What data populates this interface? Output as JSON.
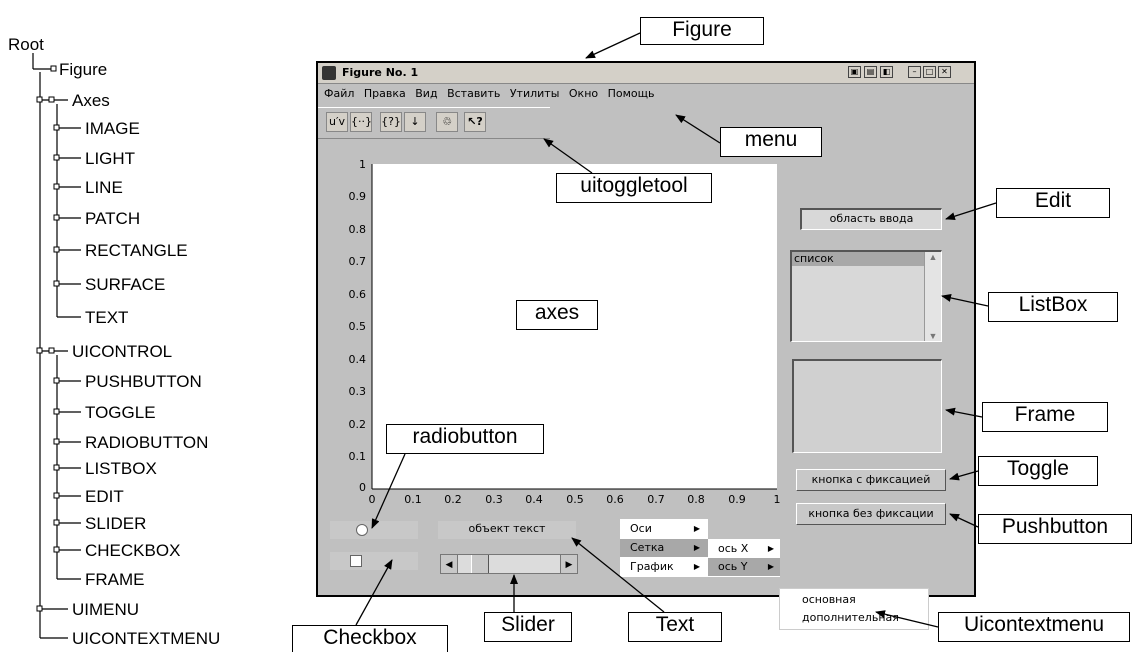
{
  "top_caption": "",
  "tree": {
    "root": "Root",
    "figure": "Figure",
    "axes": "Axes",
    "axes_children": [
      "IMAGE",
      "LIGHT",
      "LINE",
      "PATCH",
      "RECTANGLE",
      "SURFACE",
      "TEXT"
    ],
    "uicontrol": "UICONTROL",
    "uicontrol_children": [
      "PUSHBUTTON",
      "TOGGLE",
      "RADIOBUTTON",
      "LISTBOX",
      "EDIT",
      "SLIDER",
      "CHECKBOX",
      "FRAME"
    ],
    "uimenu": "UIMENU",
    "uicontextmenu": "UICONTEXTMENU"
  },
  "window": {
    "title": "Figure No. 1",
    "menu": [
      "Файл",
      "Правка",
      "Вид",
      "Вставить",
      "Утилиты",
      "Окно",
      "Помощь"
    ],
    "toolbar": [
      "u′v",
      "{··}",
      "{?}",
      "↓",
      "♲",
      "↖?"
    ]
  },
  "axes": {
    "yticks": [
      "1",
      "0.9",
      "0.8",
      "0.7",
      "0.6",
      "0.5",
      "0.4",
      "0.3",
      "0.2",
      "0.1",
      "0"
    ],
    "xticks": [
      "0",
      "0.1",
      "0.2",
      "0.3",
      "0.4",
      "0.5",
      "0.6",
      "0.7",
      "0.8",
      "0.9",
      "1"
    ]
  },
  "controls": {
    "edit": "область ввода",
    "listbox_item": "список",
    "toggle": "кнопка с фиксацией",
    "pushbutton": "кнопка без фиксации",
    "text": "объект текст",
    "context_menu": [
      "Оси",
      "Сетка",
      "График"
    ],
    "submenu1": [
      "ось X",
      "ось Y"
    ],
    "submenu2": [
      "основная",
      "дополнительная"
    ]
  },
  "callouts": {
    "figure": "Figure",
    "menu": "menu",
    "uitoggletool": "uitoggletool",
    "edit": "Edit",
    "listbox": "ListBox",
    "axes": "axes",
    "frame": "Frame",
    "toggle": "Toggle",
    "pushbutton": "Pushbutton",
    "radiobutton": "radiobutton",
    "checkbox": "Checkbox",
    "slider": "Slider",
    "text": "Text",
    "uicontextmenu": "Uicontextmenu"
  }
}
